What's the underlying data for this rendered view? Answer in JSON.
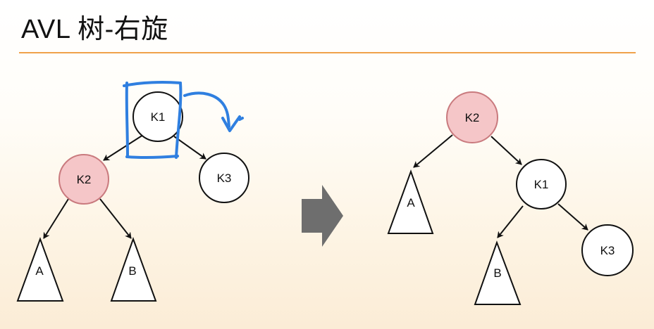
{
  "title": "AVL 树-右旋",
  "colors": {
    "accent_rule": "#f0a24a",
    "highlight_node": "#f5c6c8",
    "highlight_stroke": "#c97a7e",
    "annotation": "#2f7fe0",
    "arrow": "#6e6e6e"
  },
  "before": {
    "nodes": {
      "k1": "K1",
      "k2": "K2",
      "k3": "K3"
    },
    "subtrees": {
      "a": "A",
      "b": "B"
    }
  },
  "after": {
    "nodes": {
      "k1": "K1",
      "k2": "K2",
      "k3": "K3"
    },
    "subtrees": {
      "a": "A",
      "b": "B"
    }
  },
  "annotation": {
    "description_icon": "hand-drawn-rotation-mark-icon"
  },
  "transition": {
    "icon": "right-arrow-icon"
  }
}
